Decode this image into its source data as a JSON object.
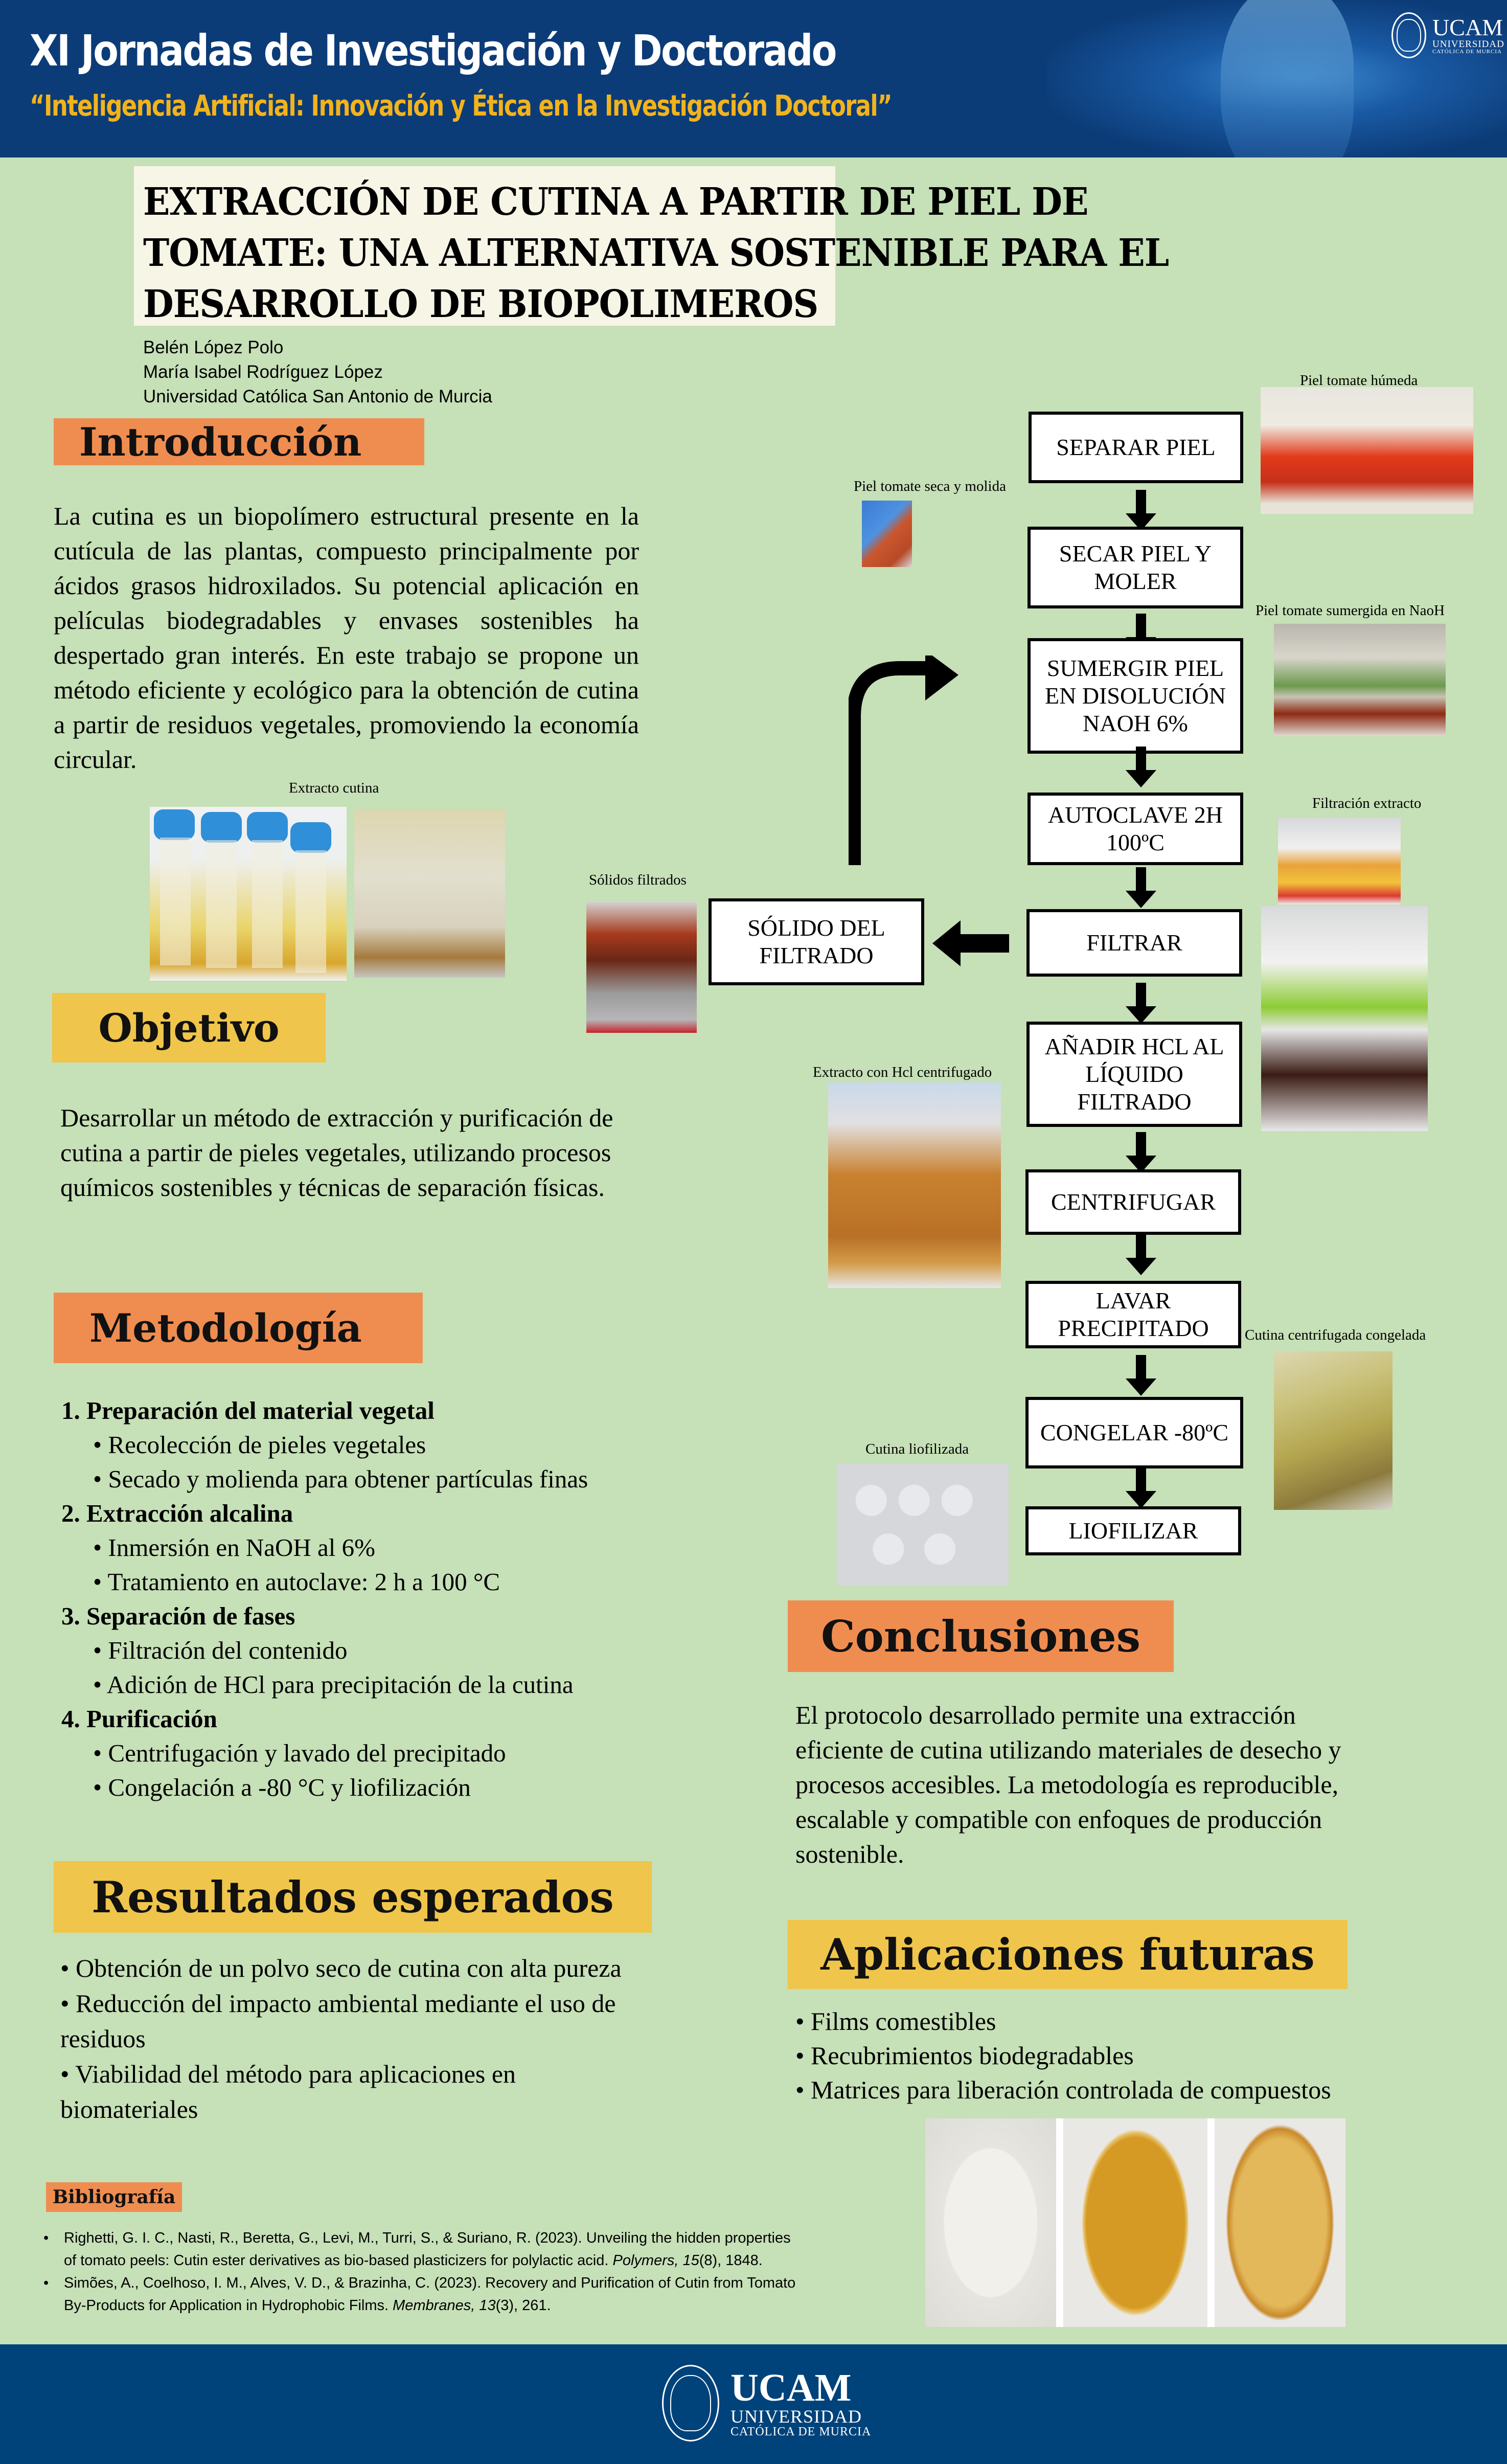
{
  "header": {
    "conference_title": "XI Jornadas de Investigación y Doctorado",
    "conference_subtitle": "“Inteligencia Artificial: Innovación y Ética en la Investigación Doctoral”",
    "logo": {
      "name": "UCAM",
      "line1": "UNIVERSIDAD",
      "line2": "CATÓLICA DE MURCIA"
    }
  },
  "poster": {
    "title_lines": [
      "EXTRACCIÓN DE CUTINA A PARTIR DE PIEL DE",
      "TOMATE: UNA ALTERNATIVA SOSTENIBLE PARA EL",
      "DESARROLLO DE BIOPOLIMEROS"
    ],
    "authors": [
      "Belén López Polo",
      "María Isabel Rodríguez López",
      "Universidad Católica San Antonio de Murcia"
    ]
  },
  "introduccion": {
    "heading": "Introducción",
    "text": "La cutina es un biopolímero estructural presente en la cutícula de las plantas, compuesto principalmente por ácidos grasos hidroxilados. Su potencial aplicación en películas biodegradables y envases sostenibles ha despertado gran interés. En este trabajo se propone un método eficiente y ecológico para la obtención de cutina a partir de residuos vegetales, promoviendo la economía circular."
  },
  "objetivo": {
    "heading": "Objetivo",
    "text": "Desarrollar un método de extracción y purificación de cutina a partir de pieles vegetales, utilizando procesos químicos sostenibles y técnicas de separación físicas."
  },
  "metodologia": {
    "heading": "Metodología",
    "steps": [
      {
        "title": "1. Preparación del material vegetal",
        "items": [
          "• Recolección de pieles vegetales",
          "• Secado y molienda para obtener partículas finas"
        ]
      },
      {
        "title": "2. Extracción alcalina",
        "items": [
          "• Inmersión en NaOH al 6%",
          "• Tratamiento en autoclave: 2 h a 100 °C"
        ]
      },
      {
        "title": "3. Separación de fases",
        "items": [
          "• Filtración del contenido",
          "• Adición de HCl para precipitación de la cutina"
        ]
      },
      {
        "title": "4. Purificación",
        "items": [
          "• Centrifugación y lavado del precipitado",
          "• Congelación a -80 °C y liofilización"
        ]
      }
    ]
  },
  "resultados": {
    "heading": "Resultados esperados",
    "items": [
      "• Obtención de un polvo seco de cutina con alta pureza",
      "• Reducción del impacto ambiental mediante el uso de residuos",
      "• Viabilidad del método para aplicaciones en biomateriales"
    ]
  },
  "bibliografia": {
    "heading": "Bibliografía",
    "refs": [
      {
        "text": "Righetti, G. I. C., Nasti, R., Beretta, G., Levi, M., Turri, S., & Suriano, R. (2023). Unveiling the hidden properties of tomato peels: Cutin ester derivatives as bio-based plasticizers for polylactic acid. ",
        "journal": "Polymers, 15",
        "tail": "(8), 1848."
      },
      {
        "text": "Simões, A., Coelhoso, I. M., Alves, V. D., & Brazinha, C. (2023). Recovery and Purification of Cutin from Tomato By-Products for Application in Hydrophobic Films. ",
        "journal": "Membranes, 13",
        "tail": "(3), 261."
      }
    ]
  },
  "flow": {
    "steps": [
      "SEPARAR PIEL",
      "SECAR PIEL Y MOLER",
      "SUMERGIR PIEL EN DISOLUCIÓN NAOH 6%",
      "AUTOCLAVE 2H 100ºC",
      "FILTRAR",
      "AÑADIR HCL AL LÍQUIDO FILTRADO",
      "CENTRIFUGAR",
      "LAVAR PRECIPITADO",
      "CONGELAR -80ºC",
      "LIOFILIZAR"
    ],
    "side_step": "SÓLIDO DEL FILTRADO"
  },
  "captions": {
    "extracto_cutina": "Extracto cutina",
    "solidos_filtrados": "Sólidos filtrados",
    "piel_humeda": "Piel tomate húmeda",
    "piel_seca": "Piel tomate seca y molida",
    "piel_naoh": "Piel tomate sumergida en NaoH",
    "filtracion": "Filtración extracto",
    "extracto_hcl": "Extracto con Hcl centrifugado",
    "cutina_congelada": "Cutina centrifugada congelada",
    "cutina_liofilizada": "Cutina liofilizada"
  },
  "conclusiones": {
    "heading": "Conclusiones",
    "text": "El protocolo desarrollado permite una extracción eficiente de cutina utilizando materiales de desecho y procesos accesibles. La metodología es reproducible, escalable y compatible con enfoques de producción sostenible."
  },
  "aplicaciones": {
    "heading": "Aplicaciones futuras",
    "items": [
      "• Films comestibles",
      "• Recubrimientos biodegradables",
      "• Matrices para liberación controlada de compuestos"
    ]
  }
}
